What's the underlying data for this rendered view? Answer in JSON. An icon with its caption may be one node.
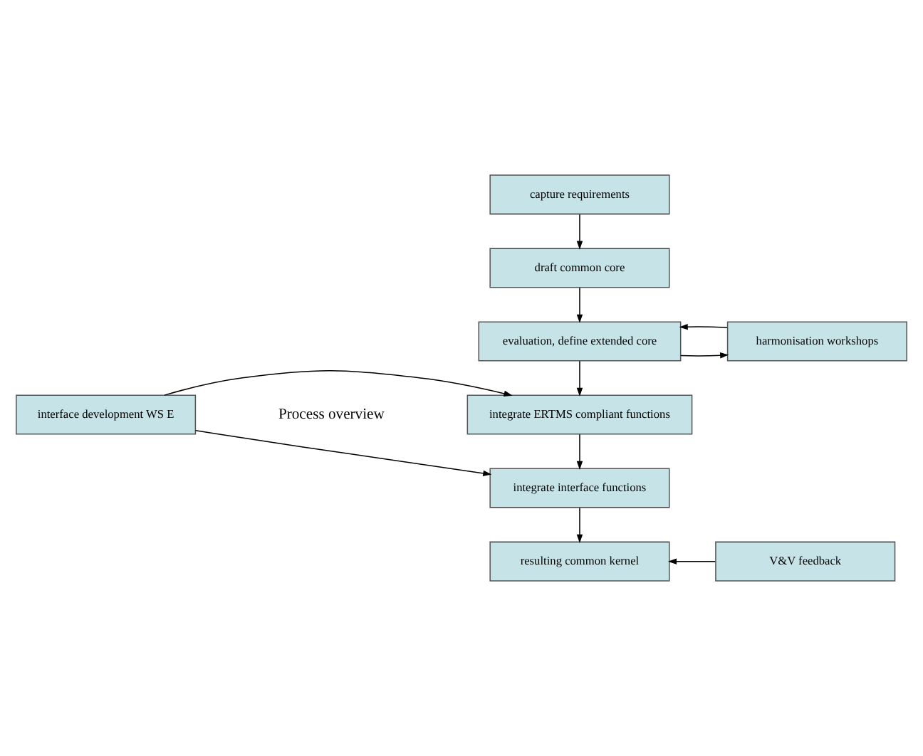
{
  "diagram": {
    "nodes": [
      {
        "text": [
          "capture requirements"
        ]
      },
      {
        "text": [
          "draft common core"
        ]
      },
      {
        "text": [
          "evaluation, define extended core"
        ]
      },
      {
        "text": [
          "harmonisation workshops"
        ]
      },
      {
        "text": [
          "integrate ERTMS compliant functions"
        ]
      },
      {
        "text": [
          "interface development WS E"
        ]
      },
      {
        "text": [
          "integrate interface functions"
        ]
      },
      {
        "text": [
          "resulting common kernel"
        ]
      },
      {
        "text": [
          "V&V feedback"
        ]
      }
    ],
    "edges": [
      {
        "from": 0,
        "to": 1,
        "arrow": "to"
      },
      {
        "from": 1,
        "to": 2,
        "arrow": "to"
      },
      {
        "from": 2,
        "to": 3,
        "arrow": "to"
      },
      {
        "from": 3,
        "to": 2,
        "arrow": "to"
      },
      {
        "from": 2,
        "to": 4,
        "arrow": "to"
      },
      {
        "from": 5,
        "to": 4,
        "arrow": "to"
      },
      {
        "from": 5,
        "to": 6,
        "arrow": "to"
      },
      {
        "from": 4,
        "to": 6,
        "arrow": "to"
      },
      {
        "from": 6,
        "to": 7,
        "arrow": "to"
      },
      {
        "from": 8,
        "to": 7,
        "arrow": "to"
      }
    ],
    "labels": [
      "Process overview"
    ]
  }
}
